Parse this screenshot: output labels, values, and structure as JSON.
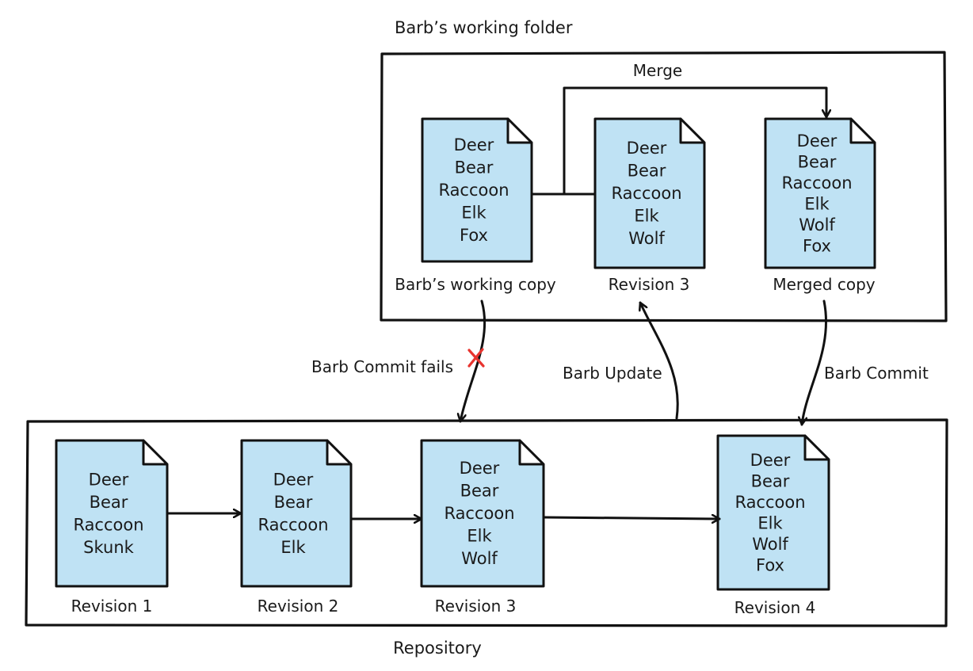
{
  "working_folder": {
    "title": "Barb’s working folder",
    "merge_label": "Merge",
    "documents": [
      {
        "id": "barbs-working-copy",
        "caption": "Barb’s working copy",
        "lines": [
          "Deer",
          "Bear",
          "Raccoon",
          "Elk",
          "Fox"
        ]
      },
      {
        "id": "revision-3-local",
        "caption": "Revision 3",
        "lines": [
          "Deer",
          "Bear",
          "Raccoon",
          "Elk",
          "Wolf"
        ]
      },
      {
        "id": "merged-copy",
        "caption": "Merged copy",
        "lines": [
          "Deer",
          "Bear",
          "Raccoon",
          "Elk",
          "Wolf",
          "Fox"
        ]
      }
    ]
  },
  "repository": {
    "title": "Repository",
    "documents": [
      {
        "id": "revision-1",
        "caption": "Revision 1",
        "lines": [
          "Deer",
          "Bear",
          "Raccoon",
          "Skunk"
        ]
      },
      {
        "id": "revision-2",
        "caption": "Revision 2",
        "lines": [
          "Deer",
          "Bear",
          "Raccoon",
          "Elk"
        ]
      },
      {
        "id": "revision-3",
        "caption": "Revision 3",
        "lines": [
          "Deer",
          "Bear",
          "Raccoon",
          "Elk",
          "Wolf"
        ]
      },
      {
        "id": "revision-4",
        "caption": "Revision 4",
        "lines": [
          "Deer",
          "Bear",
          "Raccoon",
          "Elk",
          "Wolf",
          "Fox"
        ]
      }
    ]
  },
  "actions": {
    "commit_fails": "Barb Commit fails",
    "update": "Barb Update",
    "commit": "Barb Commit"
  },
  "colors": {
    "document_fill": "#bfe2f4",
    "stroke": "#111111",
    "fail_mark": "#e8342f"
  }
}
